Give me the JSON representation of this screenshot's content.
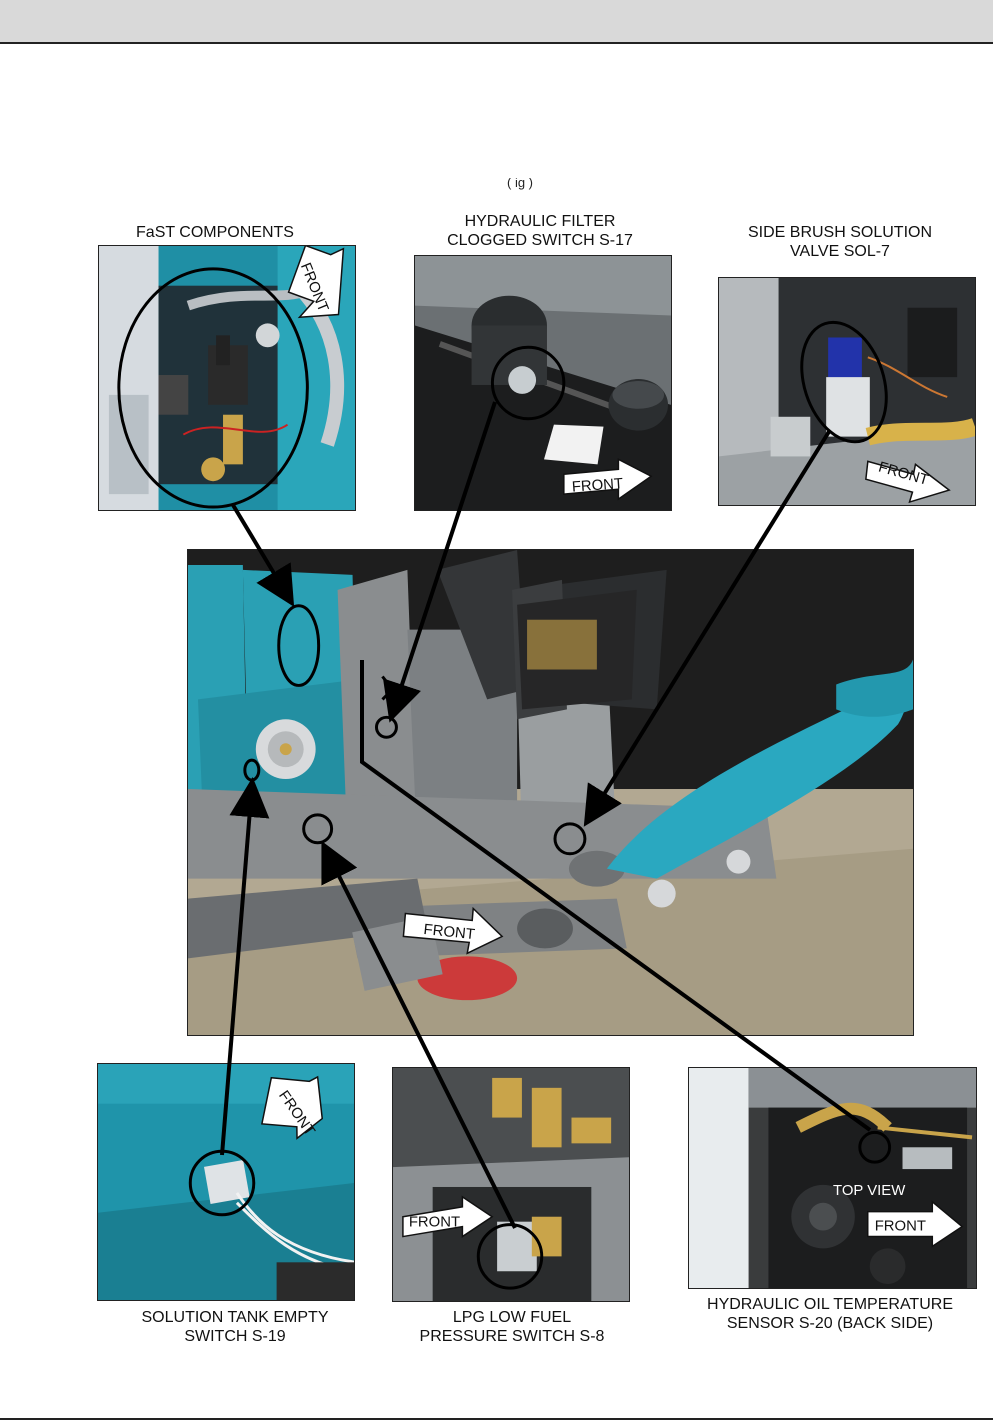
{
  "header": {
    "band_color": "#d9d9d9"
  },
  "figure": {
    "title_fragment": "( ig       )",
    "captions": {
      "fast_components": "FaST COMPONENTS",
      "hydraulic_filter": "HYDRAULIC FILTER\nCLOGGED SWITCH S-17",
      "side_brush_valve": "SIDE BRUSH SOLUTION\nVALVE SOL-7",
      "solution_tank": "SOLUTION TANK EMPTY\nSWITCH S-19",
      "lpg_switch": "LPG LOW FUEL\nPRESSURE SWITCH S-8",
      "hydraulic_oil_sensor": "HYDRAULIC OIL TEMPERATURE\nSENSOR S-20 (BACK SIDE)"
    },
    "labels": {
      "front": "FRONT",
      "top_view": "TOP VIEW"
    },
    "colors": {
      "machine_teal": "#2aa0b4",
      "machine_gray": "#8a8d8f",
      "dark_bg": "#3a3a3a",
      "callout_line": "#000000"
    }
  }
}
